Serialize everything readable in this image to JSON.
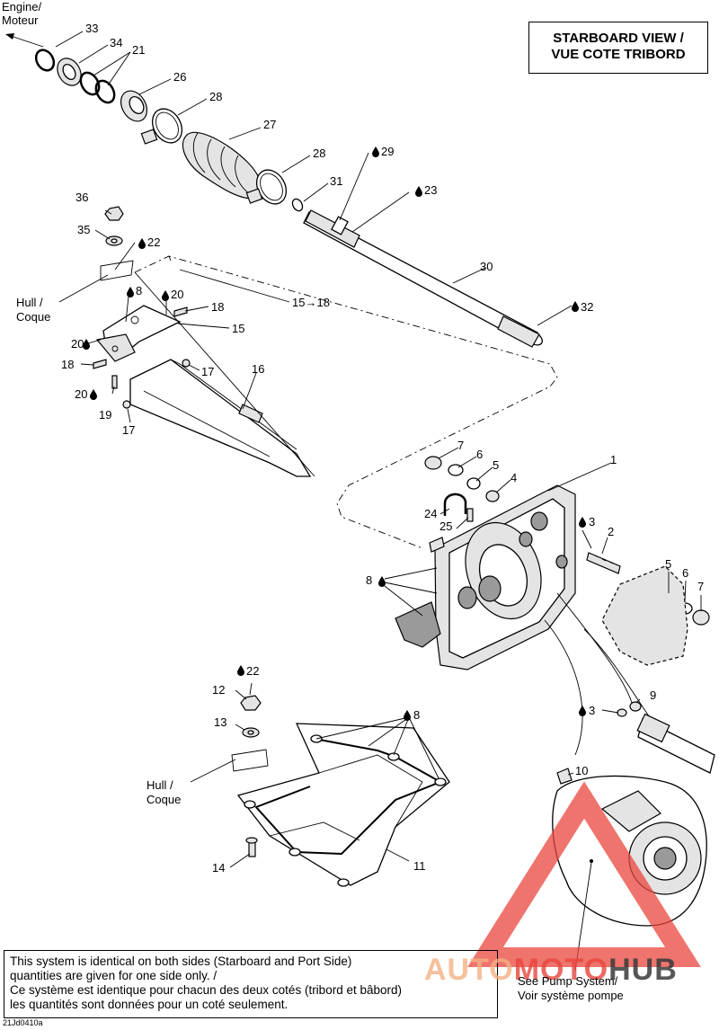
{
  "header": {
    "view_line1": "STARBOARD VIEW /",
    "view_line2": "VUE COTE TRIBORD"
  },
  "engine_label": {
    "line1": "Engine/",
    "line2": "Moteur"
  },
  "hull_label": {
    "line1": "Hull /",
    "line2": "Coque"
  },
  "note": {
    "line1": "This system is identical on both sides (Starboard and Port Side)",
    "line2": "quantities are given for one side only. /",
    "line3": "Ce système est identique pour chacun des deux cotés (tribord et bâbord)",
    "line4": "les quantités sont données pour un coté seulement."
  },
  "pump_note": {
    "line1": "See Pump System/",
    "line2": "Voir système pompe"
  },
  "drawing_code": "21Jd0410a",
  "watermark": {
    "part1": "AUTO",
    "part2": "MOTO",
    "part3": "HUB",
    "color_light": "#f5b183",
    "color_red": "#e8453c",
    "color_dark": "#3a3a3a"
  },
  "callouts": {
    "c33": "33",
    "c34": "34",
    "c21": "21",
    "c26": "26",
    "c28a": "28",
    "c27": "27",
    "c28b": "28",
    "c29": "29",
    "c31": "31",
    "c23": "23",
    "c36": "36",
    "c35": "35",
    "c22a": "22",
    "c30": "30",
    "c8a": "8",
    "c20a": "20",
    "c18a": "18",
    "c15a": "15→18",
    "c15b": "15",
    "c20b": "20",
    "c18b": "18",
    "c17a": "17",
    "c16": "16",
    "c32": "32",
    "c20c": "20",
    "c19": "19",
    "c17b": "17",
    "c7a": "7",
    "c6a": "6",
    "c5a": "5",
    "c4": "4",
    "c1": "1",
    "c24": "24",
    "c25": "25",
    "c3a": "3",
    "c2": "2",
    "c8b": "8",
    "c5b": "5",
    "c6b": "6",
    "c7b": "7",
    "c22b": "22",
    "c12": "12",
    "c13": "13",
    "c8c": "8",
    "c9": "9",
    "c3b": "3",
    "c10": "10",
    "c14": "14",
    "c11": "11"
  }
}
